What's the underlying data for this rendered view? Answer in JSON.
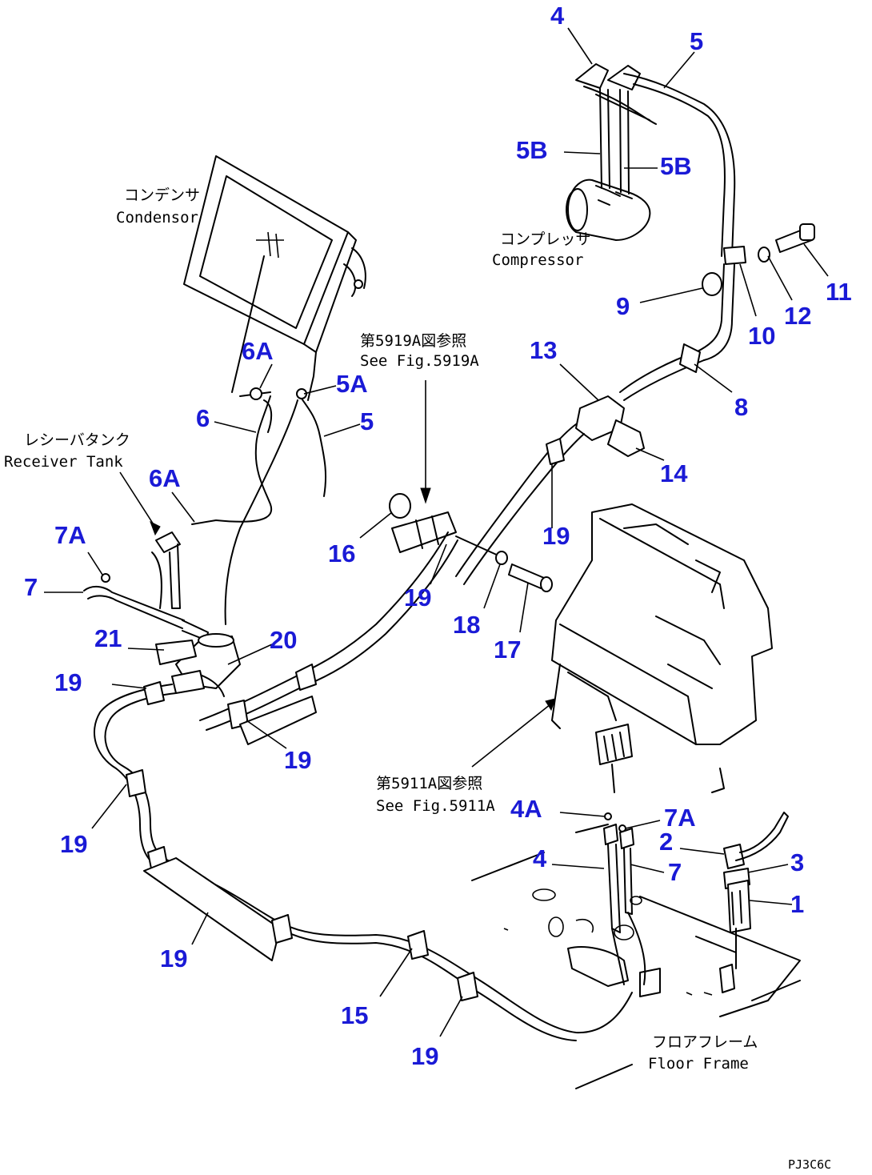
{
  "colors": {
    "callout": "#1a1ad6",
    "line": "#000000",
    "background": "#ffffff"
  },
  "annotations": {
    "condenser_jp": "コンデンサ",
    "condenser_en": "Condensor",
    "compressor_jp": "コンプレッサ",
    "compressor_en": "Compressor",
    "receiver_jp": "レシーバタンク",
    "receiver_en": "Receiver Tank",
    "see_5919a_jp": "第5919A図参照",
    "see_5919a_en": "See Fig.5919A",
    "see_5911a_jp": "第5911A図参照",
    "see_5911a_en": "See Fig.5911A",
    "floor_frame_jp": "フロアフレーム",
    "floor_frame_en": "Floor Frame"
  },
  "drawing_code": "PJ3C6C",
  "callouts": {
    "c4_top": "4",
    "c5_top": "5",
    "c5b_left": "5B",
    "c5b_right": "5B",
    "c11": "11",
    "c12": "12",
    "c9": "9",
    "c10": "10",
    "c13": "13",
    "c8": "8",
    "c14": "14",
    "c6a_top": "6A",
    "c5a": "5A",
    "c6": "6",
    "c5_mid": "5",
    "c6a_mid": "6A",
    "c7a_left": "7A",
    "c7_left": "7",
    "c16": "16",
    "c19_a": "19",
    "c19_b": "19",
    "c18": "18",
    "c17": "17",
    "c21": "21",
    "c20": "20",
    "c19_c": "19",
    "c19_d": "19",
    "c19_e": "19",
    "c19_f": "19",
    "c15": "15",
    "c19_g": "19",
    "c4a": "4A",
    "c7a_right": "7A",
    "c2": "2",
    "c3": "3",
    "c4_bottom": "4",
    "c7_bottom": "7",
    "c1": "1"
  }
}
